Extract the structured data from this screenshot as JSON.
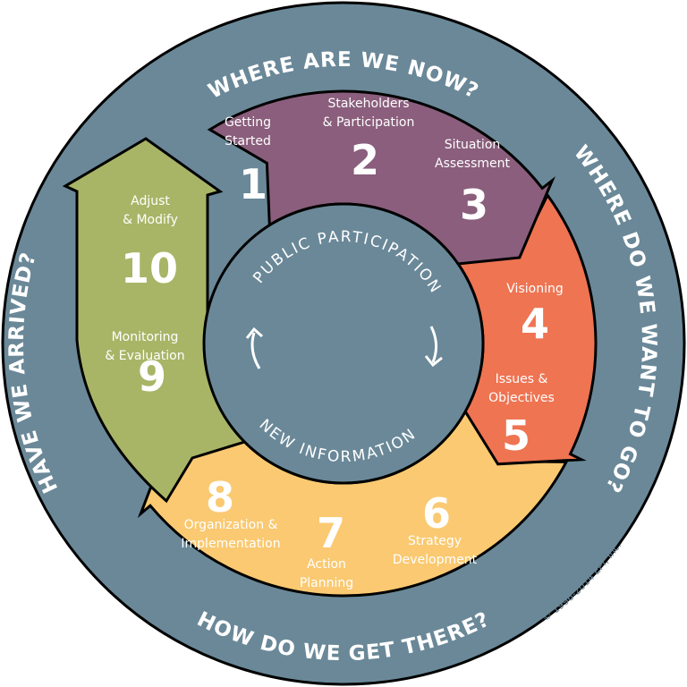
{
  "colors": {
    "ring": "#6a8898",
    "purple": "#8a5e7c",
    "orange": "#ef7452",
    "yellow": "#fac971",
    "green": "#a8b566",
    "text": "#ffffff"
  },
  "ring_questions": {
    "top": "WHERE ARE WE NOW?",
    "right": "WHERE DO WE WANT TO GO?",
    "bottom": "HOW DO WE GET THERE?",
    "left": "HAVE WE ARRIVED?"
  },
  "center": {
    "top": "PUBLIC PARTICIPATION",
    "bottom": "NEW INFORMATION"
  },
  "steps": [
    {
      "number": "1",
      "label": [
        "Getting",
        "Started"
      ]
    },
    {
      "number": "2",
      "label": [
        "Stakeholders",
        "& Participation"
      ]
    },
    {
      "number": "3",
      "label": [
        "Situation",
        "Assessment"
      ]
    },
    {
      "number": "4",
      "label": [
        "Visioning"
      ]
    },
    {
      "number": "5",
      "label": [
        "Issues &",
        "Objectives"
      ]
    },
    {
      "number": "6",
      "label": [
        "Strategy",
        "Development"
      ]
    },
    {
      "number": "7",
      "label": [
        "Action",
        "Planning"
      ]
    },
    {
      "number": "8",
      "label": [
        "Organization &",
        "Implementation"
      ]
    },
    {
      "number": "9",
      "label": [
        "Monitoring",
        "& Evaluation"
      ]
    },
    {
      "number": "10",
      "label": [
        "Adjust",
        "& Modify"
      ]
    }
  ],
  "copyright": "© 1996-2014 EPI, Inc."
}
